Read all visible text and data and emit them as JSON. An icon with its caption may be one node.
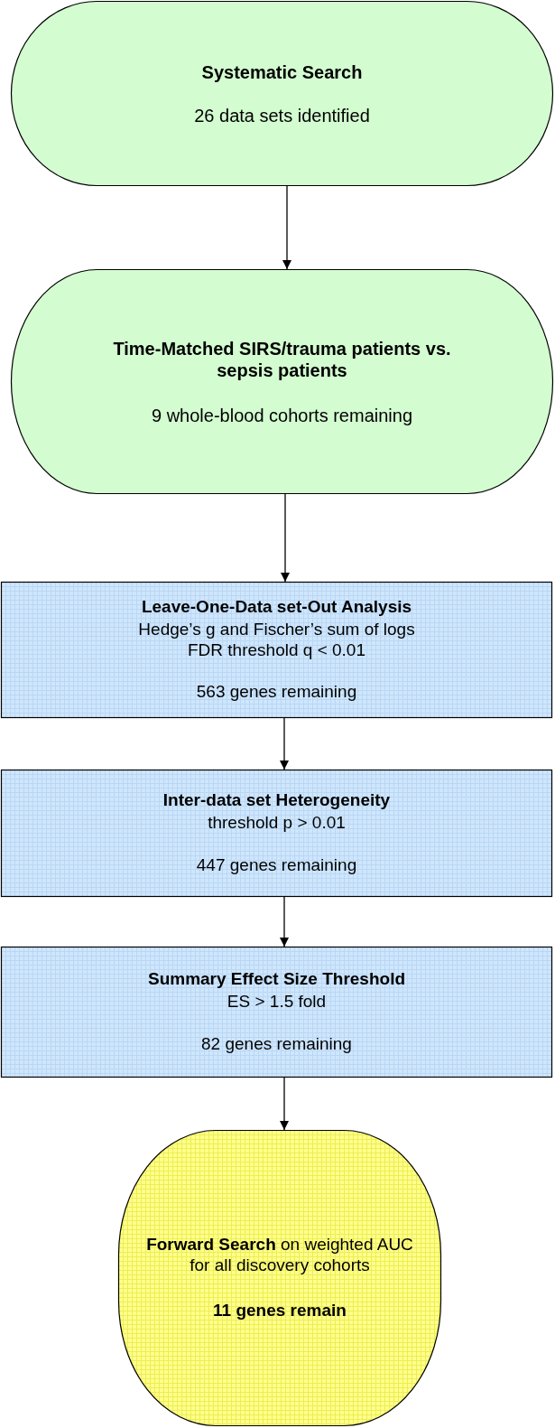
{
  "diagram": {
    "nodes": [
      {
        "text": [
          "Systematic Search",
          "26 data sets identified"
        ]
      },
      {
        "text": [
          "Time-Matched SIRS/trauma patients vs. sepsis patients",
          "9 whole-blood cohorts remaining"
        ]
      },
      {
        "text": [
          "Leave-One-Data set-Out Analysis",
          "Hedge’s g and Fischer’s sum of logs",
          "FDR threshold q < 0.01",
          "563 genes remaining"
        ]
      },
      {
        "text": [
          "Inter-data set Heterogeneity",
          "threshold p > 0.01",
          "447 genes remaining"
        ]
      },
      {
        "text": [
          "Summary Effect Size Threshold",
          "ES > 1.5 fold",
          "82 genes remaining"
        ]
      },
      {
        "text": [
          "**Forward Search** on weighted AUC for all discovery cohorts",
          "11 genes remain"
        ]
      }
    ],
    "edges": [
      {
        "from": 0,
        "to": 1,
        "arrow": "to"
      },
      {
        "from": 1,
        "to": 2,
        "arrow": "to"
      },
      {
        "from": 2,
        "to": 3,
        "arrow": "to"
      },
      {
        "from": 3,
        "to": 4,
        "arrow": "to"
      },
      {
        "from": 4,
        "to": 5,
        "arrow": "to"
      }
    ]
  }
}
